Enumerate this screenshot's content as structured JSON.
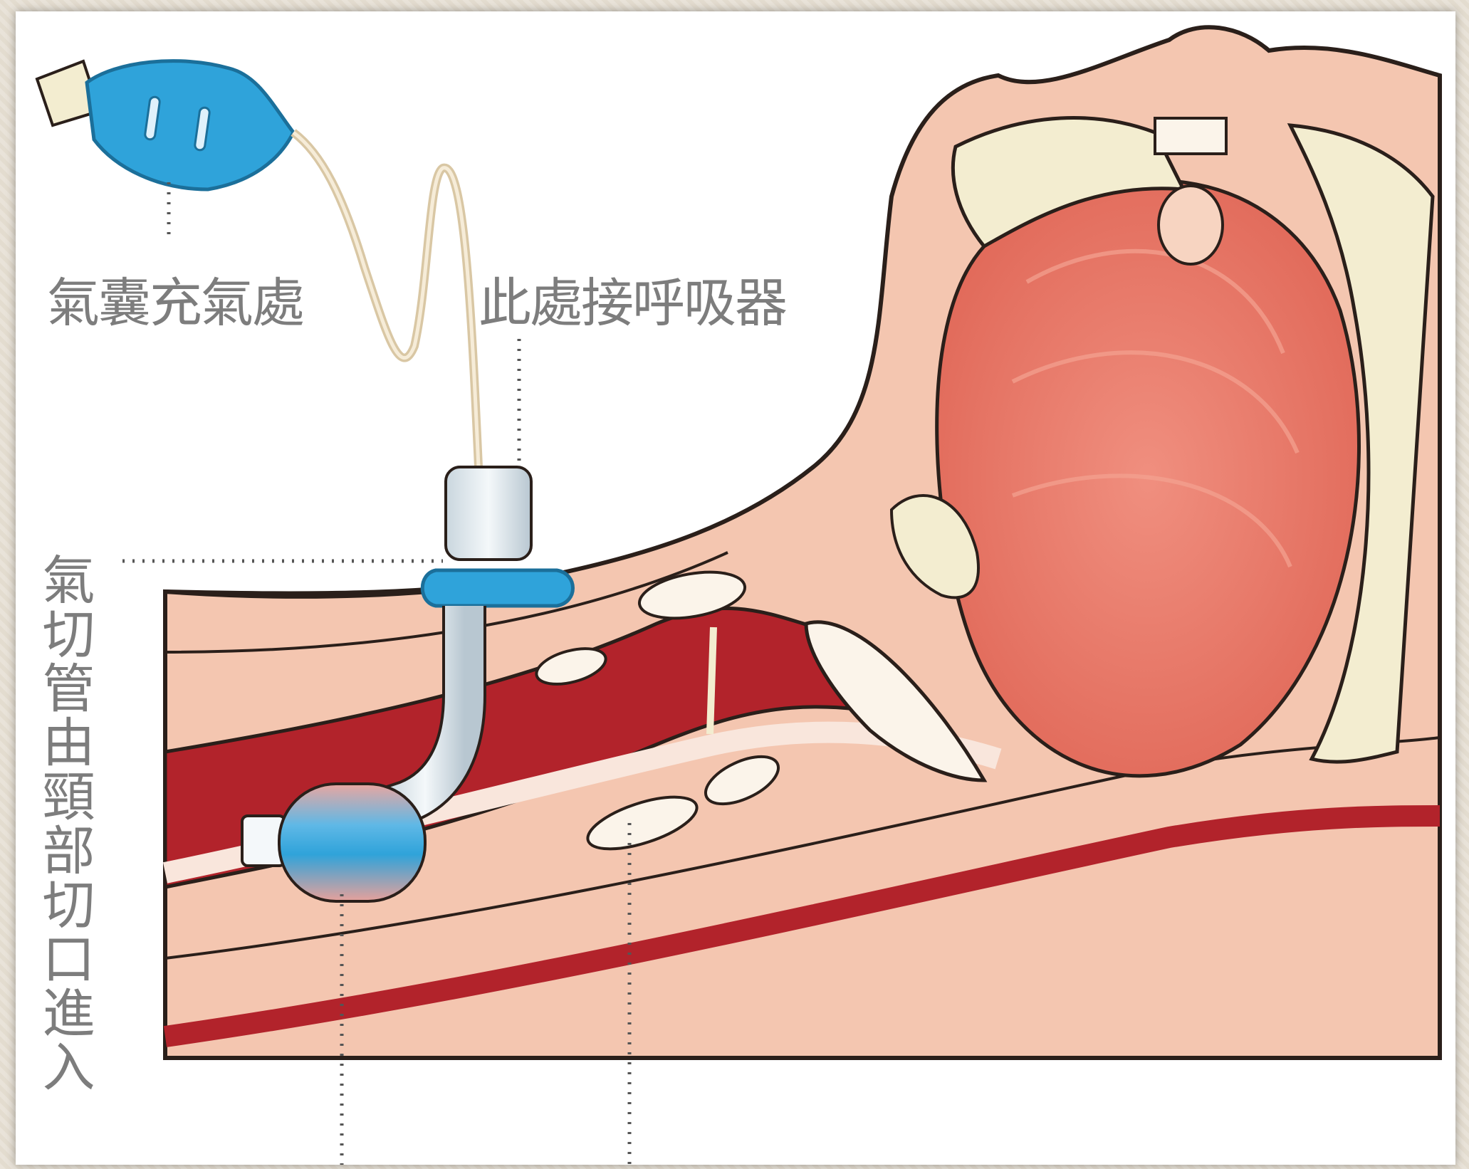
{
  "labels": {
    "cuff_inflation": "氣囊充氣處",
    "ventilator_connection": "此處接呼吸器",
    "entry_note": "氣切管由頸部切口進入"
  },
  "icons": [
    "cuff-inflation-balloon-icon",
    "tracheostomy-tube-icon",
    "inner-cuff-icon"
  ],
  "colors": {
    "skin": "#f4c6b0",
    "skin_light": "#f9dcc9",
    "trachea": "#b2232b",
    "muscle": "#e8786a",
    "cartilage": "#f3edd0",
    "tube_blue": "#2fa3da",
    "outline": "#2a1f1a",
    "label_text": "#7d7d7d"
  }
}
